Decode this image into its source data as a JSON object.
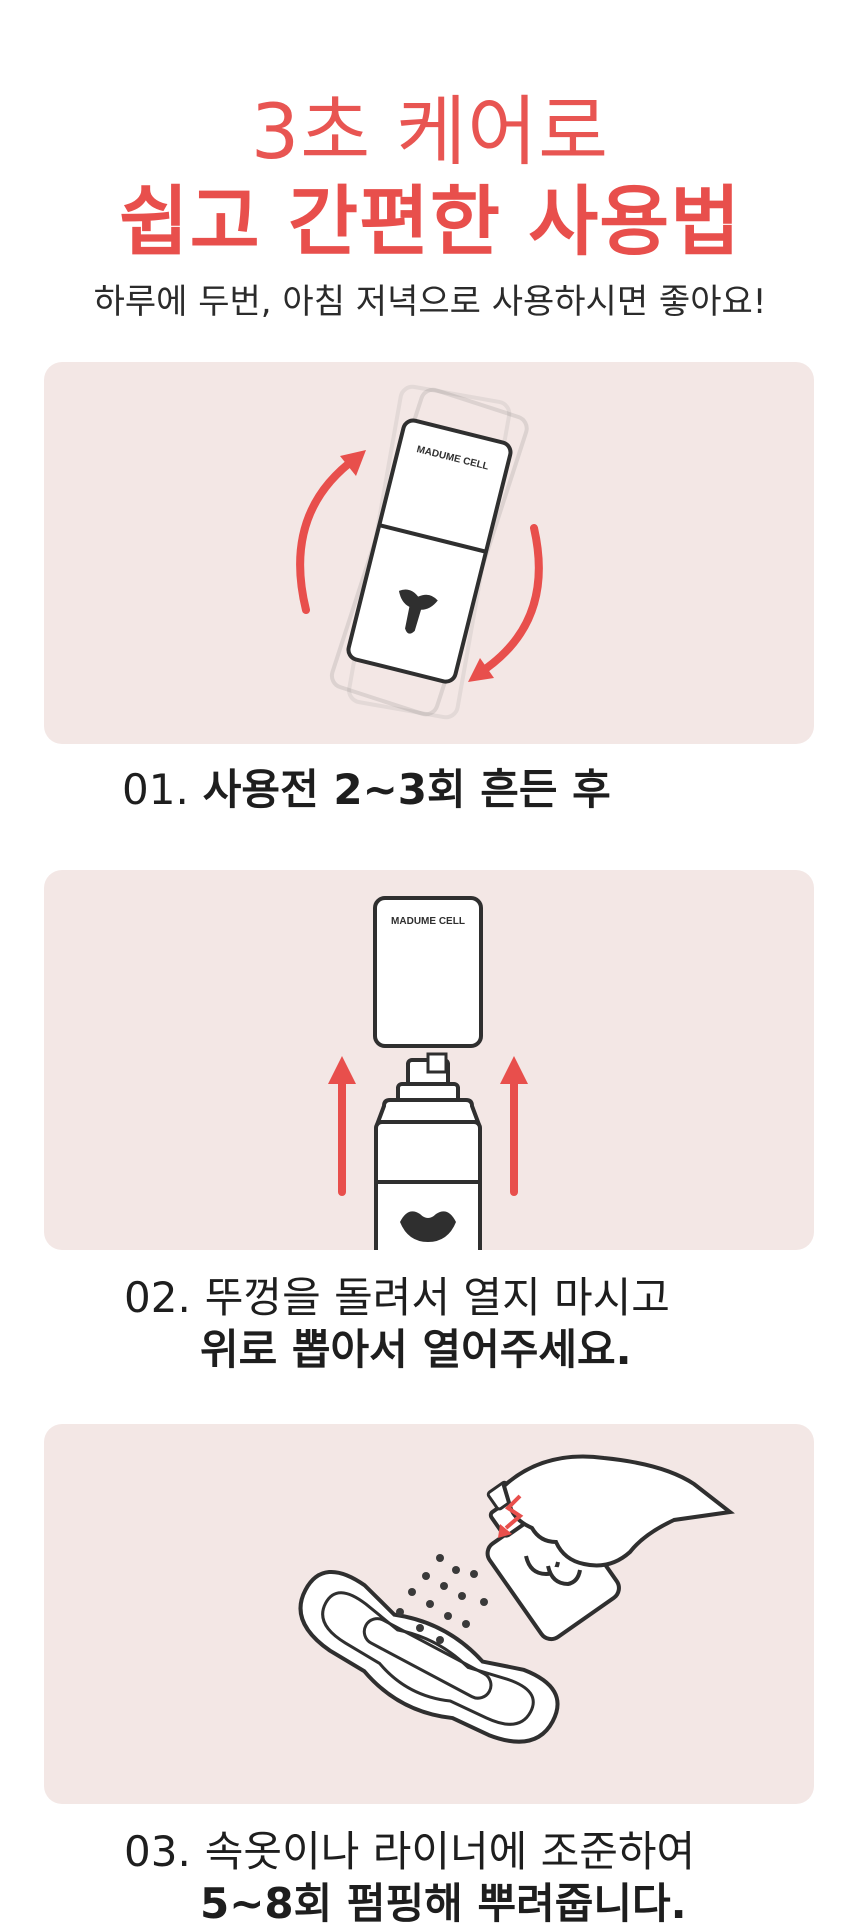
{
  "header": {
    "title_line1": "3초 케어로",
    "title_line2": "쉽고 간편한 사용법",
    "subtitle": "하루에 두번, 아침 저녁으로 사용하시면 좋아요!"
  },
  "brand_label": "MADUME CELL",
  "steps": [
    {
      "number": "01.",
      "text": "사용전 2~3회 흔든 후"
    },
    {
      "number": "02.",
      "line1": "뚜껑을 돌려서 열지 마시고",
      "line2": "위로 뽑아서 열어주세요."
    },
    {
      "number": "03.",
      "line1": "속옷이나 라이너에 조준하여",
      "line2": "5~8회 펌핑해 뿌려줍니다."
    }
  ],
  "colors": {
    "accent": "#e84f4c",
    "panel_bg": "#f3e7e5",
    "line_art": "#3a3a3a"
  }
}
